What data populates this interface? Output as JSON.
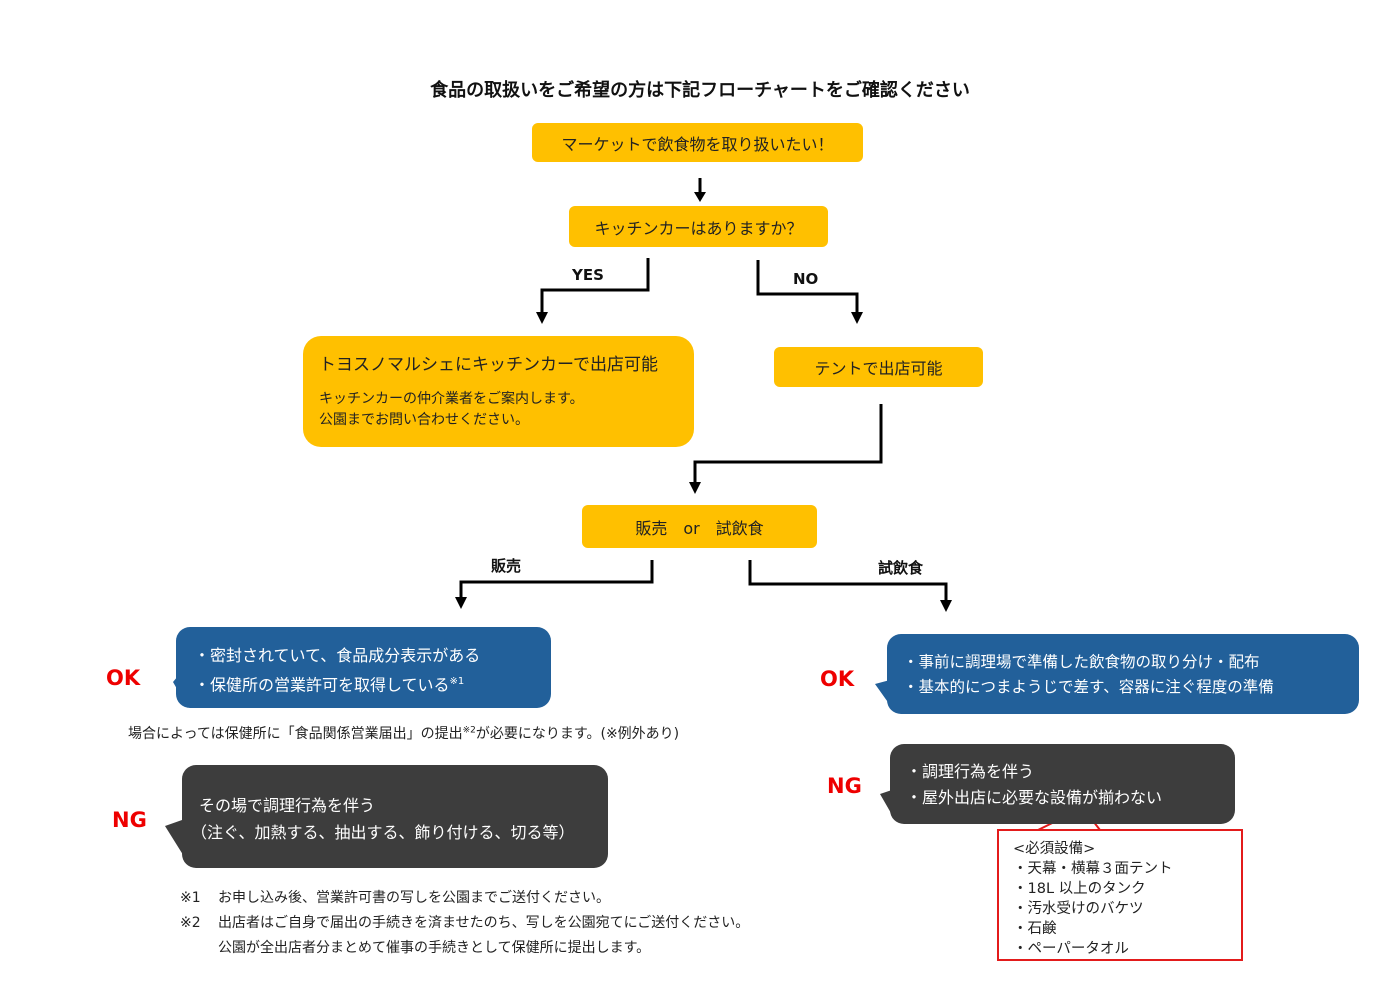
{
  "title": "食品の取扱いをご希望の方は下記フローチャートをご確認ください",
  "colors": {
    "node_yellow": "#ffc000",
    "ok_bubble_blue": "#22609a",
    "ng_bubble_dark": "#3d3d3d",
    "verdict_red": "#ee0000",
    "callout_red": "#e31b1b"
  },
  "nodes": {
    "start": "マーケットで飲食物を取り扱いたい！",
    "question_kitchen_car": "キッチンカーはありますか？",
    "kitchen_car_result": {
      "heading": "トヨスノマルシェにキッチンカーで出店可能",
      "lines": [
        "キッチンカーの仲介業者をご案内します。",
        "公園までお問い合わせください。"
      ]
    },
    "tent_result": "テントで出店可能",
    "question_sale_or_tasting": "販売　or　試飲食"
  },
  "edge_labels": {
    "yes": "YES",
    "no": "NO",
    "sale": "販売",
    "tasting": "試飲食"
  },
  "sale_branch": {
    "ok_label": "OK",
    "ok_lines": [
      "・密封されていて、食品成分表示がある",
      "・保健所の営業許可を取得している"
    ],
    "ok_footnote_ref": "※1",
    "note_before": "場合によっては保健所に「食品関係営業届出」の提出",
    "note_ref": "※2",
    "note_after": "が必要になります。(※例外あり)",
    "ng_label": "NG",
    "ng_lines": [
      "その場で調理行為を伴う",
      "（注ぐ、加熱する、抽出する、飾り付ける、切る等）"
    ]
  },
  "tasting_branch": {
    "ok_label": "OK",
    "ok_lines": [
      "・事前に調理場で準備した飲食物の取り分け・配布",
      "・基本的につまようじで差す、容器に注ぐ程度の準備"
    ],
    "ng_label": "NG",
    "ng_lines": [
      "・調理行為を伴う",
      "・屋外出店に必要な設備が揃わない"
    ],
    "required_equipment": {
      "heading": "<必須設備>",
      "items": [
        "・天幕・横幕３面テント",
        "・18L 以上のタンク",
        "・汚水受けのバケツ",
        "・石鹸",
        "・ペーパータオル"
      ]
    }
  },
  "footnotes": [
    {
      "mark": "※1",
      "text": "お申し込み後、営業許可書の写しを公園までご送付ください。"
    },
    {
      "mark": "※2",
      "text": "出店者はご自身で届出の手続きを済ませたのち、写しを公園宛てにご送付ください。"
    },
    {
      "mark": "",
      "text": "公園が全出店者分まとめて催事の手続きとして保健所に提出します。"
    }
  ]
}
